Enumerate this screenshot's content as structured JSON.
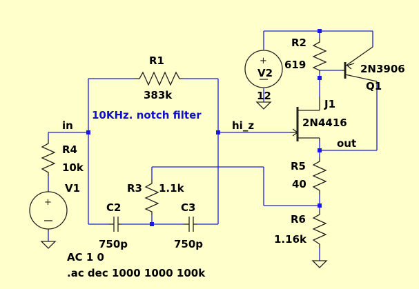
{
  "components": {
    "R1": {
      "name": "R1",
      "value": "383k"
    },
    "R2": {
      "name": "R2",
      "value": "619"
    },
    "R3": {
      "name": "R3",
      "value": "1.1k"
    },
    "R4": {
      "name": "R4",
      "value": "10k"
    },
    "R5": {
      "name": "R5",
      "value": "40"
    },
    "R6": {
      "name": "R6",
      "value": "1.16k"
    },
    "C2": {
      "name": "C2",
      "value": "750p"
    },
    "C3": {
      "name": "C3",
      "value": "750p"
    },
    "V1": {
      "name": "V1",
      "value": "AC 1 0"
    },
    "V2": {
      "name": "V2",
      "value": "12"
    },
    "Q1": {
      "name": "Q1",
      "model": "2N3906"
    },
    "J1": {
      "name": "J1",
      "model": "2N4416"
    }
  },
  "nets": {
    "in": "in",
    "hi_z": "hi_z",
    "out": "out"
  },
  "comment": "10KHz. notch filter",
  "directive": ".ac dec 1000 1000 100k",
  "colors": {
    "background": "#ffffcc",
    "wire": "#1a1ae6",
    "component": "#202020",
    "comment": "#0f10c8"
  }
}
